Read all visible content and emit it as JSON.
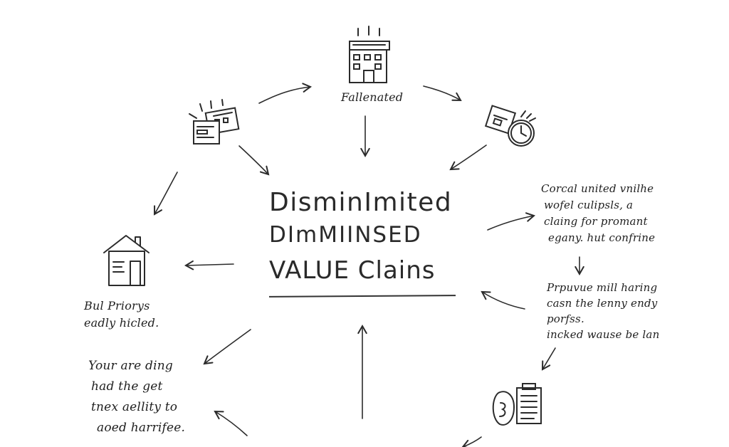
{
  "diagram": {
    "center": {
      "line1": "DisminImited",
      "line2": "DImMIINSED",
      "line3": "VALUE Clains"
    },
    "nodes": {
      "top": {
        "label": "Fallenated",
        "icon": "building-icon"
      },
      "top_left": {
        "icon": "documents-icon"
      },
      "top_right": {
        "icon": "clock-document-icon"
      },
      "left": {
        "icon": "house-icon",
        "line1": "Bul Priorys",
        "line2": "eadly hicled."
      },
      "right_upper": {
        "line1": "Corcal united vnilhe",
        "line2": "wofel culipsls, a",
        "line3": "claing for promant",
        "line4": "egany. hut confrine"
      },
      "right_lower": {
        "line1": "Prpuvue mill haring",
        "line2": "casn the lenny endy",
        "line3": "porfss.",
        "line4": "incked wause be lan"
      },
      "bottom_left": {
        "line1": "Your are ding",
        "line2": "had the get",
        "line3": "tnex aellity to",
        "line4": "aoed harrifee."
      },
      "bottom_right": {
        "icon": "wallet-clipboard-icon"
      }
    },
    "stroke_color": "#2b2b2b"
  }
}
